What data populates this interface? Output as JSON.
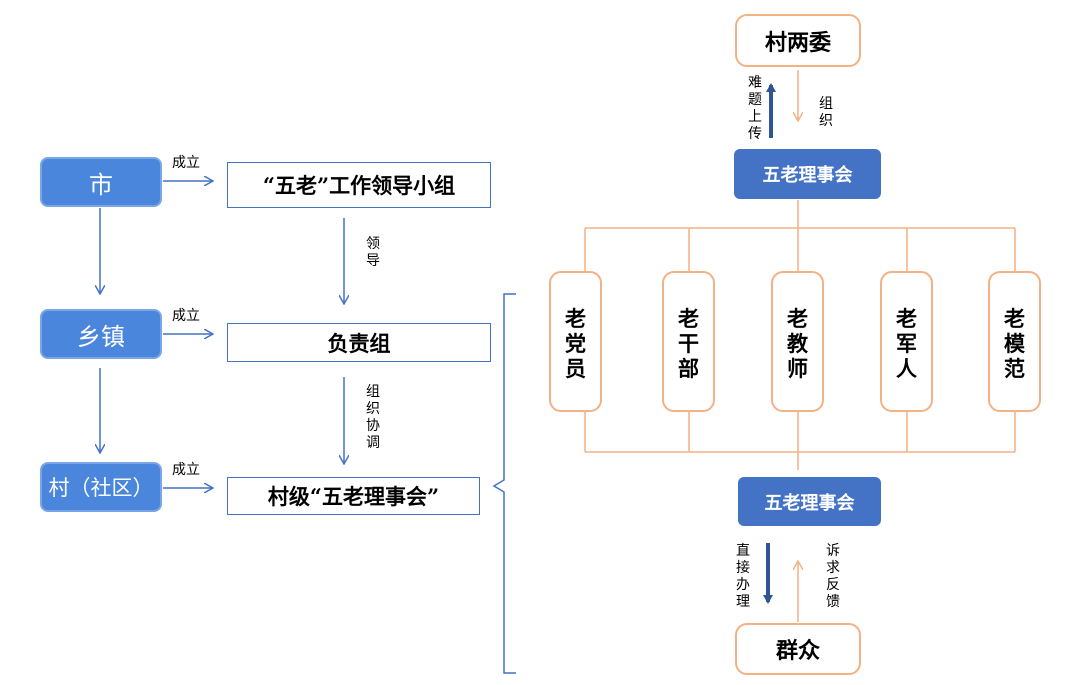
{
  "left": {
    "levels": [
      "市",
      "乡镇",
      "村（社区）"
    ],
    "establish_label": "成立",
    "targets": [
      "“五老”工作领导小组",
      "负责组",
      "村级“五老理事会”"
    ],
    "lead_label": "领导",
    "coordinate_label": "组织协调"
  },
  "right": {
    "top": "村两委",
    "upload_label": "难题上传",
    "organize_label": "组织",
    "council_top": "五老理事会",
    "members": [
      "老党员",
      "老干部",
      "老教师",
      "老军人",
      "老模范"
    ],
    "council_bottom": "五老理事会",
    "handle_label": "直接办理",
    "feedback_label": "诉求反馈",
    "bottom": "群众"
  },
  "colors": {
    "blue": "#4472c4",
    "light_blue": "#4a86dc",
    "orange": "#f4b183"
  }
}
